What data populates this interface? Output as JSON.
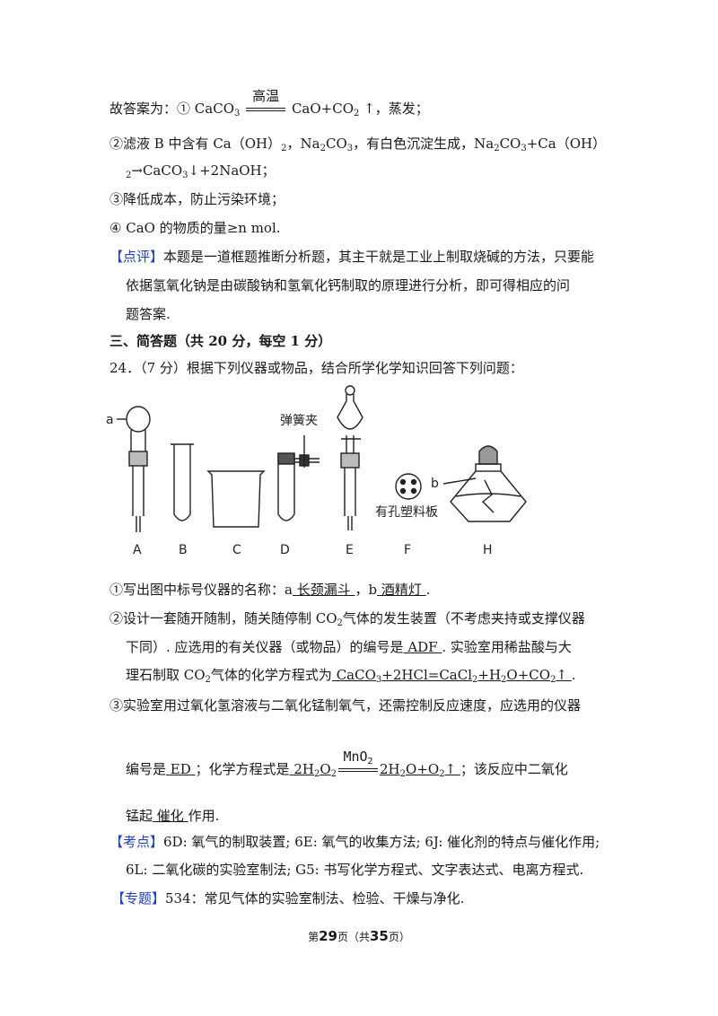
{
  "answer_intro": "故答案为：①",
  "eq1": {
    "left": "CaCO",
    "left_sub": "3",
    "cond": "高温",
    "right": "CaO+CO",
    "right_sub": "2",
    "tail": "↑，蒸发；"
  },
  "item2": {
    "a": "②滤液 B 中含有 Ca（OH）",
    "a_sub": "2",
    "b": "，Na",
    "b_sub": "2",
    "c": "CO",
    "c_sub": "3",
    "d": "，有白色沉淀生成，Na",
    "d_sub": "2",
    "e": "CO",
    "e_sub": "3",
    "f": "+Ca（OH）"
  },
  "item2b": {
    "sub": "2",
    "a": "→CaCO",
    "a_sub": "3",
    "b": "↓+2NaOH；"
  },
  "item3": "③降低成本，防止污染环境；",
  "item4": "④ CaO 的物质的量≥n  mol.",
  "review": {
    "tag": "【点评】",
    "line1": "本题是一道框题推断分析题，其主干就是工业上制取烧碱的方法，只要能",
    "line2": "依据氢氧化钠是由碳酸钠和氢氧化钙制取的原理进行分析，即可得相应的问",
    "line3": "题答案."
  },
  "section3": "三、简答题（共 20 分，每空 1 分）",
  "q24": "24．（7 分）根据下列仪器或物品，结合所学化学知识回答下列问题：",
  "figure": {
    "label_a": "a",
    "label_b": "b",
    "label_spring": "弹簧夹",
    "label_plate": "有孔塑料板",
    "letters": [
      "A",
      "B",
      "C",
      "D",
      "E",
      "F",
      "H"
    ]
  },
  "q1": {
    "text": "①写出图中标号仪器的名称：a",
    "ans_a": "   长颈漏斗   ",
    "mid": "，b",
    "ans_b": "   酒精灯   ",
    "end": "."
  },
  "q2": {
    "line1": "②设计一套随开随制，随关随停制 CO",
    "line1_sub": "2",
    "line1b": "气体的发生装置（不考虑夹持或支撑仪器",
    "line2": "下同）. 应选用的有关仪器（或物品）的编号是",
    "ans_dev": "   ADF   ",
    "line2b": ". 实验室用稀盐酸与大",
    "line3": "理石制取 CO",
    "line3_sub": "2",
    "line3b": "气体的化学方程式为",
    "eq": "   CaCO",
    "eq_s1": "3",
    "eq2": "+2HCl=CaCl",
    "eq_s2": "2",
    "eq3": "+H",
    "eq_s3": "2",
    "eq4": "O+CO",
    "eq_s4": "2",
    "eq5": "↑   ",
    "line3c": "."
  },
  "q3": {
    "line1": "③实验室用过氧化氢溶液与二氧化锰制氧气，还需控制反应速度，应选用的仪器",
    "line2": "编号是",
    "ans": "   ED   ",
    "mid": "；化学方程式是",
    "eqA": "   2H",
    "eqA_s1": "2",
    "eqA2": "O",
    "eqA_s2": "2",
    "cond": "MnO",
    "cond_sub": "2",
    "eqB": "2H",
    "eqB_s1": "2",
    "eqB2": "O+O",
    "eqB_s2": "2",
    "eqB3": "↑    ",
    "end": "；该反应中二氧化",
    "line3": "锰起",
    "ans3": "   催化   ",
    "line3b": "作用."
  },
  "kaodian": {
    "tag": "【考点】",
    "line1": "6D: 氧气的制取装置; 6E: 氧气的收集方法; 6J: 催化剂的特点与催化作用;",
    "line2": "6L: 二氧化碳的实验室制法; G5: 书写化学方程式、文字表达式、电离方程式."
  },
  "zhuanti": {
    "tag": "【专题】",
    "text": "534：常见气体的实验室制法、检验、干燥与净化."
  },
  "footer": {
    "pre": "第",
    "page": "29",
    "mid": "页（共",
    "total": "35",
    "post": "页）"
  }
}
